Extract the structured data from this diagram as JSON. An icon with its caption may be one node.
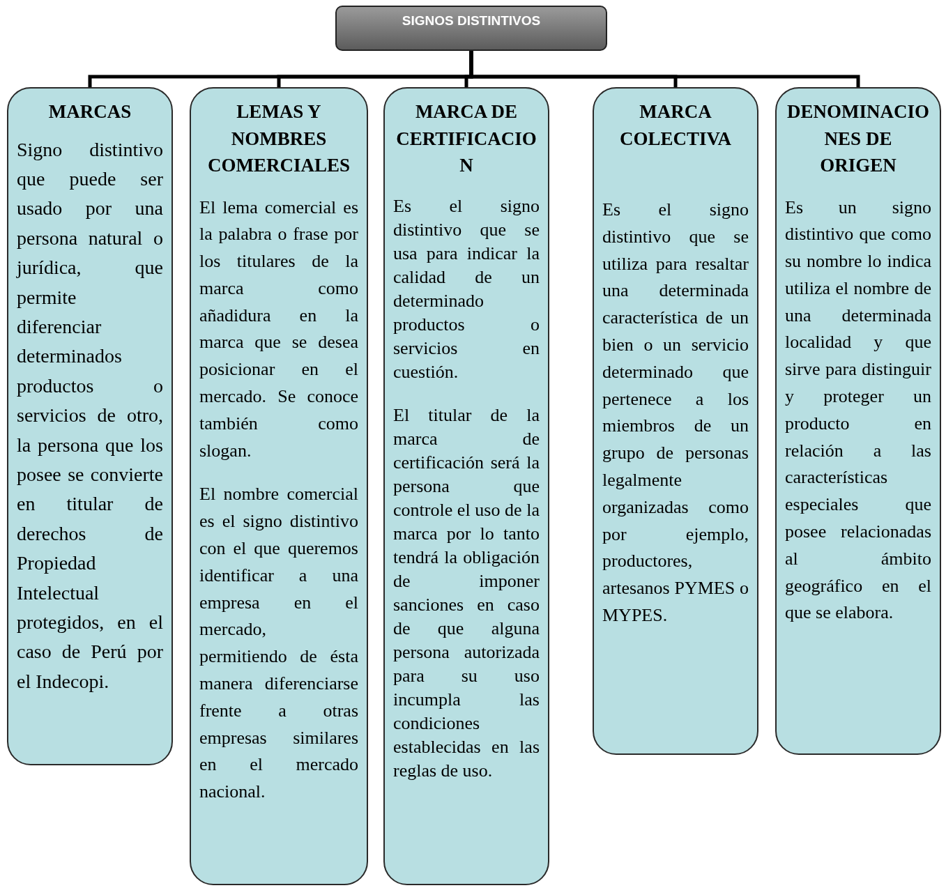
{
  "diagram": {
    "nodes": [
      {
        "text": [
          "SIGNOS DISTINTIVOS"
        ]
      },
      {
        "text": [
          "MARCAS",
          "Signo distintivo que puede ser usado por una persona natural o jurídica, que permite diferenciar determinados productos o servicios de otro, la persona que los posee se convierte en titular de derechos de Propiedad Intelectual protegidos, en el caso de Perú por el Indecopi."
        ]
      },
      {
        "text": [
          "LEMAS Y NOMBRES COMERCIALES",
          "El lema comercial es la palabra o frase por los titulares de la marca como añadidura en la marca que se desea posicionar en el mercado. Se conoce también como slogan.",
          "El nombre comercial es el signo distintivo con el que queremos identificar a una empresa en el mercado, permitiendo de ésta manera diferenciarse frente a otras empresas similares en el mercado nacional."
        ]
      },
      {
        "text": [
          "MARCA DE CERTIFICACION",
          "Es el signo distintivo que se usa para indicar la calidad de un determinado productos o servicios en cuestión.",
          "El titular de la marca de certificación será la persona que controle el uso de la marca por lo tanto tendrá la obligación de imponer sanciones en caso de que alguna persona autorizada para su uso incumpla las condiciones establecidas en las reglas de uso."
        ]
      },
      {
        "text": [
          "MARCA COLECTIVA",
          "Es el signo distintivo que se utiliza para resaltar una determinada característica de un bien o un servicio determinado que pertenece a los miembros de un grupo de personas legalmente organizadas como por ejemplo, productores, artesanos PYMES o MYPES."
        ]
      },
      {
        "text": [
          "DENOMINACIONES DE ORIGEN",
          "Es un signo distintivo que como su nombre lo indica utiliza el nombre de una determinada localidad y que sirve para distinguir y proteger un producto en relación a las características especiales que posee relacionadas al ámbito geográfico en el que se elabora."
        ]
      }
    ],
    "edges": [
      {
        "from": 0,
        "to": 1,
        "arrow": "none"
      },
      {
        "from": 0,
        "to": 2,
        "arrow": "none"
      },
      {
        "from": 0,
        "to": 3,
        "arrow": "none"
      },
      {
        "from": 0,
        "to": 4,
        "arrow": "none"
      },
      {
        "from": 0,
        "to": 5,
        "arrow": "none"
      }
    ]
  }
}
